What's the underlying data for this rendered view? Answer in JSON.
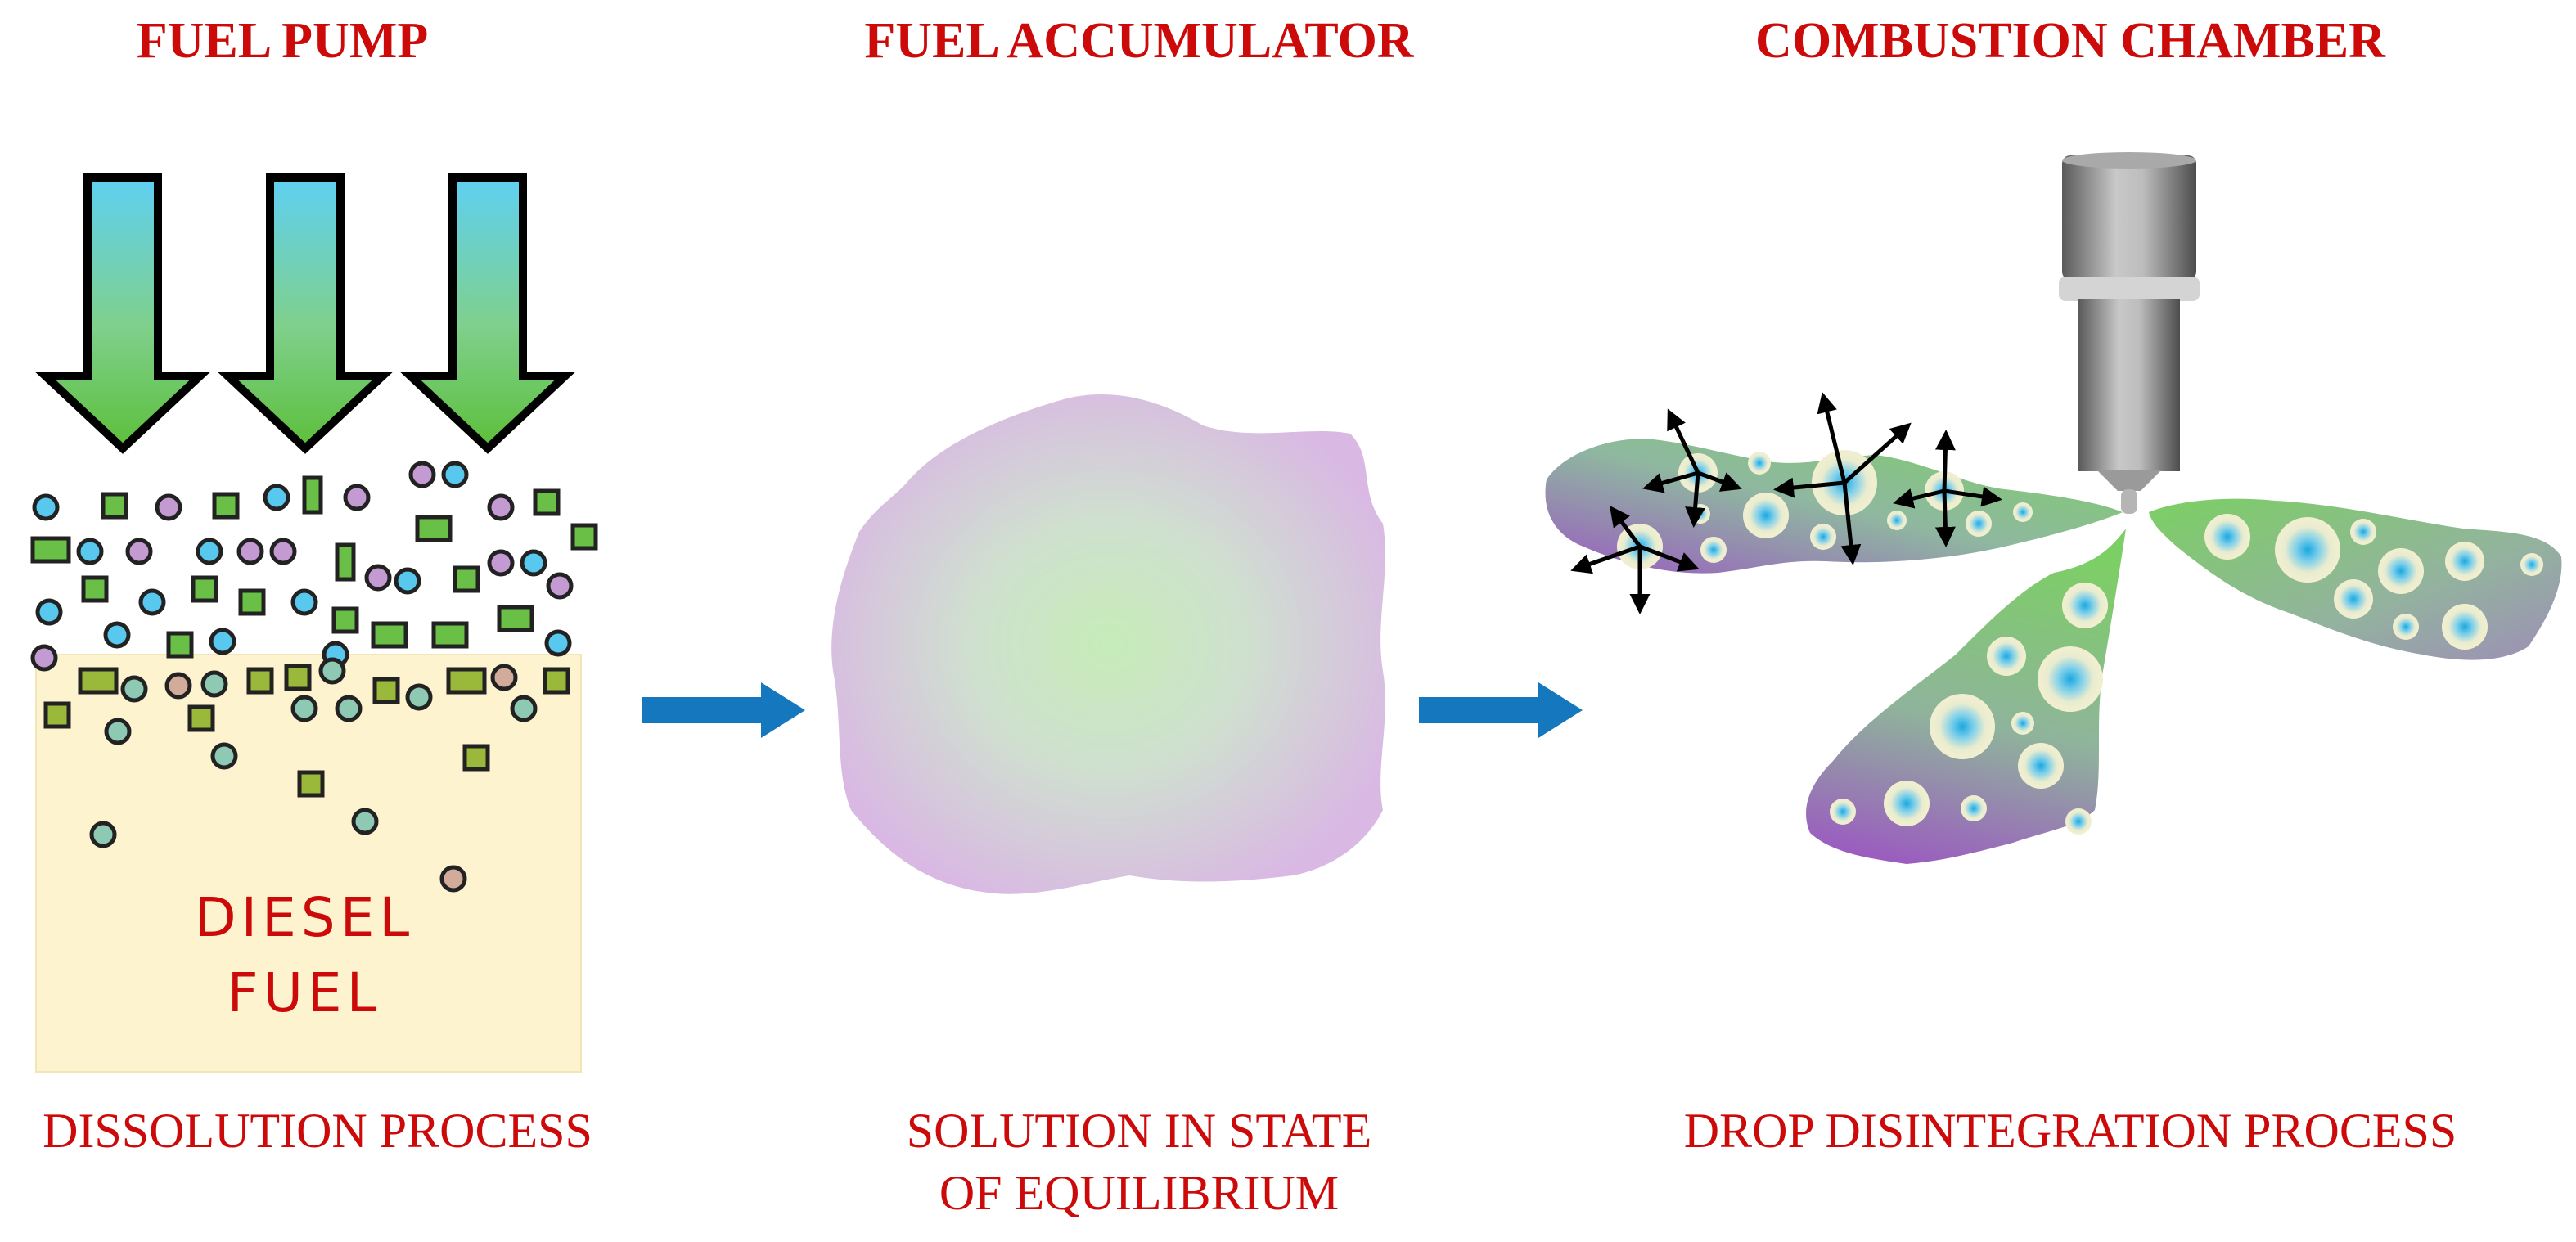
{
  "headings": {
    "fuel_pump": "FUEL PUMP",
    "fuel_accumulator": "FUEL ACCUMULATOR",
    "combustion_chamber": "COMBUSTION CHAMBER"
  },
  "captions": {
    "dissolution": "DISSOLUTION PROCESS",
    "equilibrium_line1": "SOLUTION IN STATE",
    "equilibrium_line2": "OF EQUILIBRIUM",
    "disintegration": "DROP DISINTEGRATION PROCESS"
  },
  "tank": {
    "line1": "DIESEL",
    "line2": "FUEL"
  },
  "colors": {
    "text_red": "#cc0a0a",
    "flow_arrow_blue": "#1577bd",
    "tank_fill": "#fdf3cf",
    "particle_green": "#6ac046",
    "particle_cyan": "#58c8ef",
    "particle_purple": "#c49ad2",
    "blob_purple": "#d6bde2",
    "blob_green": "#c8ebbb"
  }
}
